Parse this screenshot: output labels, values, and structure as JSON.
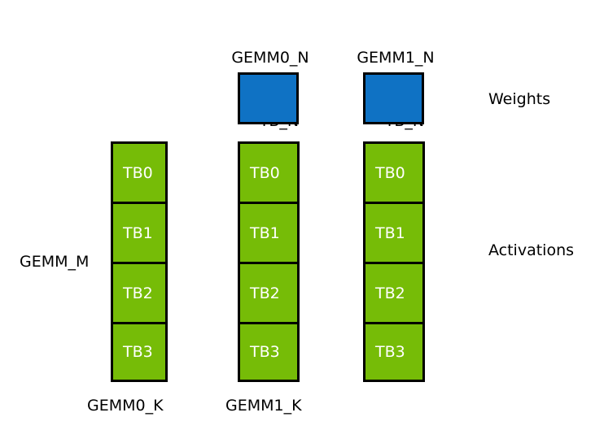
{
  "diagram": {
    "title_labels": [
      {
        "name": "gemm0-n",
        "line1": "GEMM0_N",
        "line2": "= TB_N"
      },
      {
        "name": "gemm1-n",
        "line1": "GEMM1_N",
        "line2": "= TB_N"
      }
    ],
    "row_labels": {
      "weights": "Weights",
      "activations": "Activations"
    },
    "axis_labels": {
      "gemm_m": "GEMM_M",
      "gemm0_k": "GEMM0_K",
      "gemm1_k": "GEMM1_K"
    },
    "weight_blocks": [
      {
        "name": "weight-block-gemm0",
        "label": ""
      },
      {
        "name": "weight-block-gemm1",
        "label": ""
      }
    ],
    "activation_columns": [
      {
        "name": "activation-column-gemm0-k",
        "cells": [
          "TB0",
          "TB1",
          "TB2",
          "TB3"
        ]
      },
      {
        "name": "activation-column-gemm1-k",
        "cells": [
          "TB0",
          "TB1",
          "TB2",
          "TB3"
        ]
      },
      {
        "name": "activation-column-third",
        "cells": [
          "TB0",
          "TB1",
          "TB2",
          "TB3"
        ]
      }
    ],
    "colors": {
      "weights_fill": "#0F72C4",
      "activations_fill": "#76BC07",
      "border": "#000000",
      "cell_text": "#FFFFFF",
      "background": "#FFFFFF"
    }
  }
}
